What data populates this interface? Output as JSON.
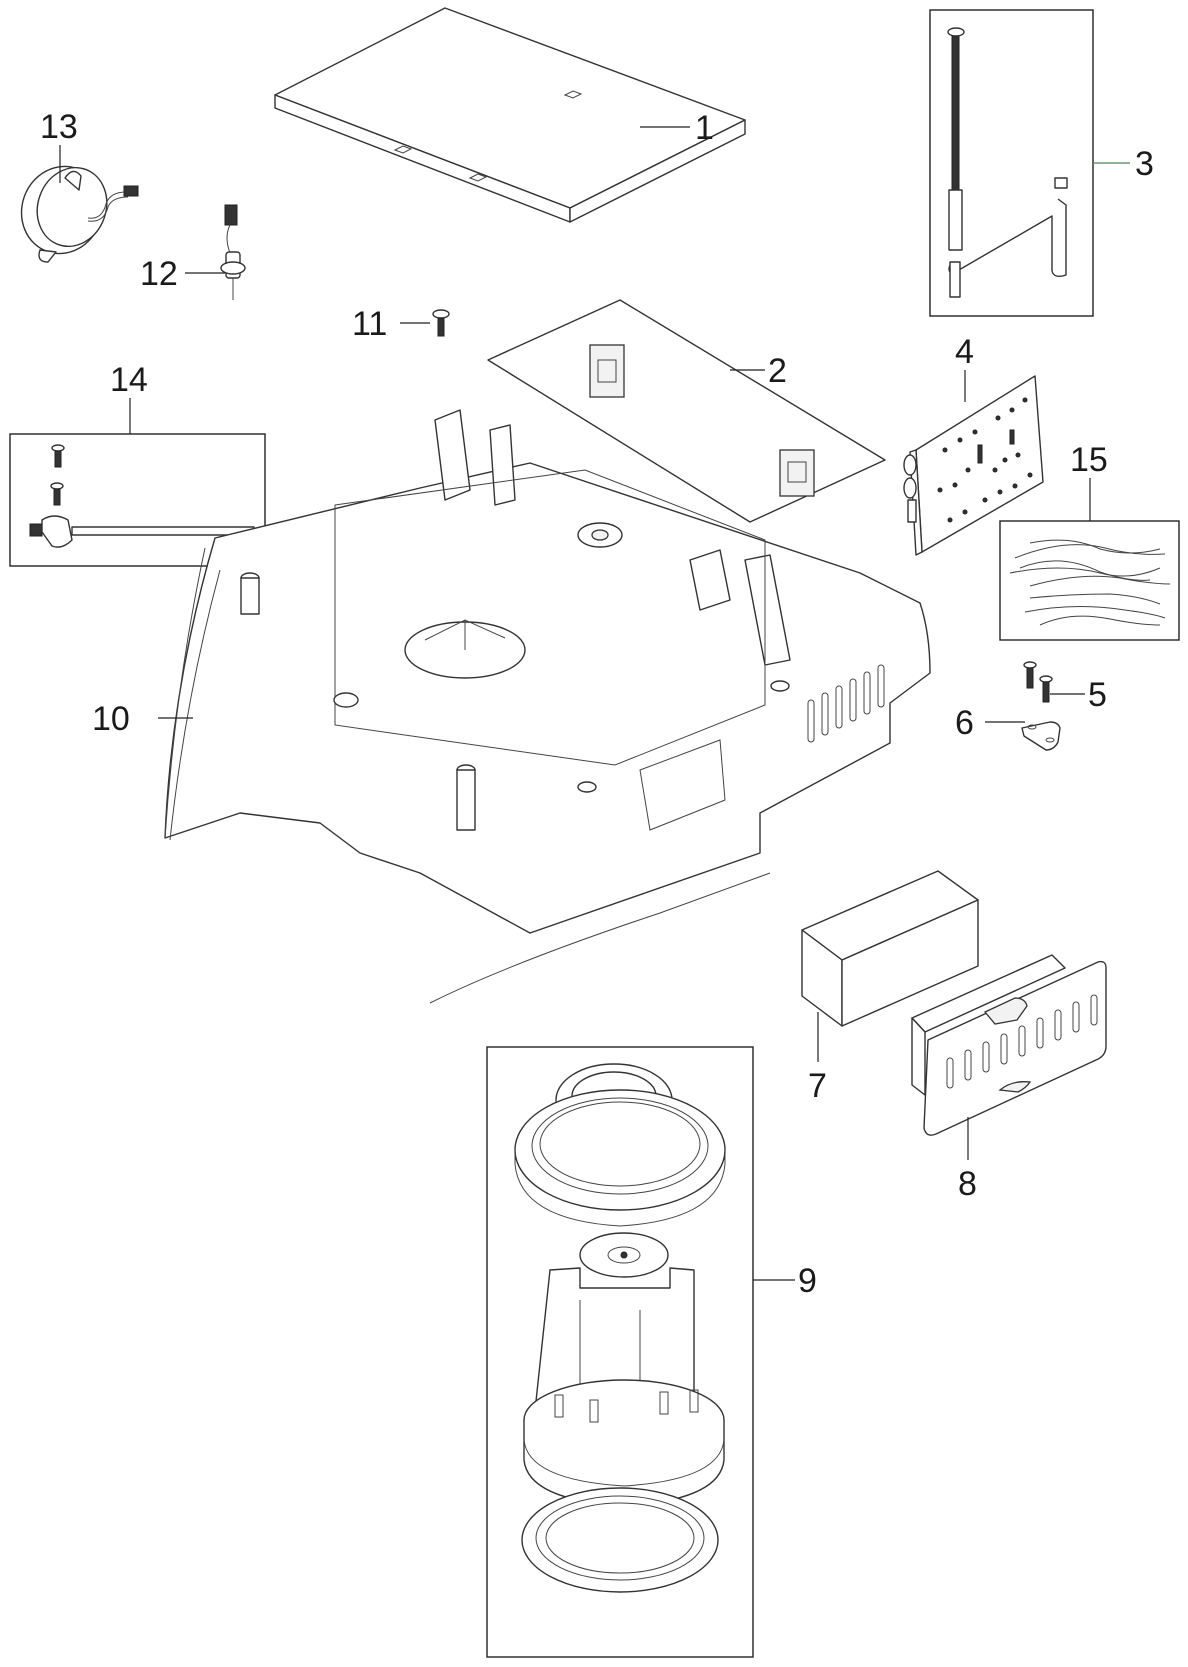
{
  "diagram": {
    "type": "exploded-parts-view",
    "accent_colors": {
      "line": "#222222",
      "leader_3": "#4a8a4a",
      "background": "#ffffff"
    },
    "callouts": [
      {
        "number": "1",
        "part": "top cover plate"
      },
      {
        "number": "2",
        "part": "clip sheet with two clips"
      },
      {
        "number": "3",
        "part": "level sensor rod kit"
      },
      {
        "number": "4",
        "part": "control circuit board"
      },
      {
        "number": "5",
        "part": "screws"
      },
      {
        "number": "6",
        "part": "strain relief bracket"
      },
      {
        "number": "7",
        "part": "foam filter block"
      },
      {
        "number": "8",
        "part": "exhaust grille cover"
      },
      {
        "number": "9",
        "part": "motor kit with seals"
      },
      {
        "number": "10",
        "part": "motor housing base"
      },
      {
        "number": "11",
        "part": "screw"
      },
      {
        "number": "12",
        "part": "sensor with cable connector"
      },
      {
        "number": "13",
        "part": "buzzer with cable"
      },
      {
        "number": "14",
        "part": "switch kit with screws"
      },
      {
        "number": "15",
        "part": "wire harness set"
      }
    ]
  }
}
